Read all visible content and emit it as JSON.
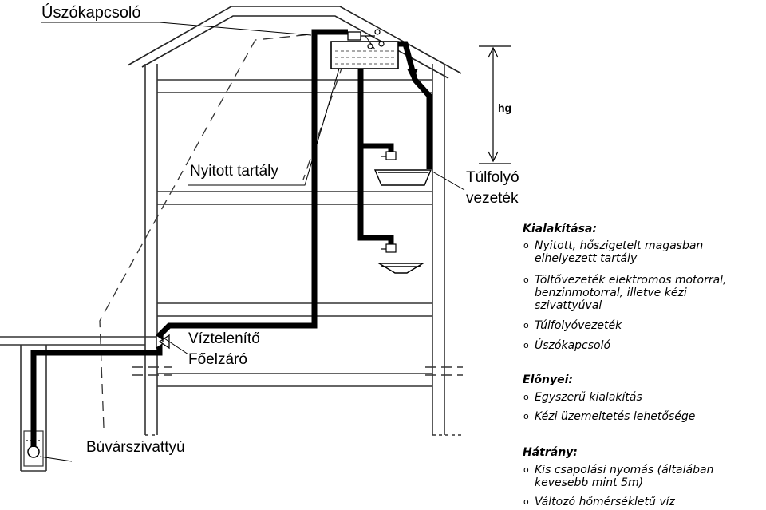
{
  "labels": {
    "uszokapcsolo": "Úszókapcsoló",
    "nyitott_tartaly": "Nyitott tartály",
    "tulfolyo_1": "Túlfolyó",
    "tulfolyo_2": "vezeték",
    "viztelenito": "Víztelenítő",
    "foelzaro": "Főelzáró",
    "buvarszivattyu": "Búvárszivattyú",
    "hg": "hg"
  },
  "side": {
    "kialakitasa_title": "Kialakítása:",
    "kialakitasa": [
      [
        "Nyitott, hőszigetelt magasban",
        "elhelyezett tartály"
      ],
      [
        "Töltővezeték elektromos motorral,",
        "benzinmotorral, illetve kézi",
        "szivattyúval"
      ],
      [
        "Túlfolyóvezeték"
      ],
      [
        "Úszókapcsoló"
      ]
    ],
    "elonyei_title": "Előnyei:",
    "elonyei": [
      "Egyszerű kialakítás",
      "Kézi üzemeltetés lehetősége"
    ],
    "hatrany_title": "Hátrány:",
    "hatrany": [
      [
        "Kis csapolási nyomás (általában",
        "kevesebb mint 5m)"
      ],
      [
        "Változó hőmérsékletű víz"
      ]
    ]
  },
  "colors": {
    "ink": "#000000",
    "paper": "#ffffff",
    "frame": "#333333"
  }
}
